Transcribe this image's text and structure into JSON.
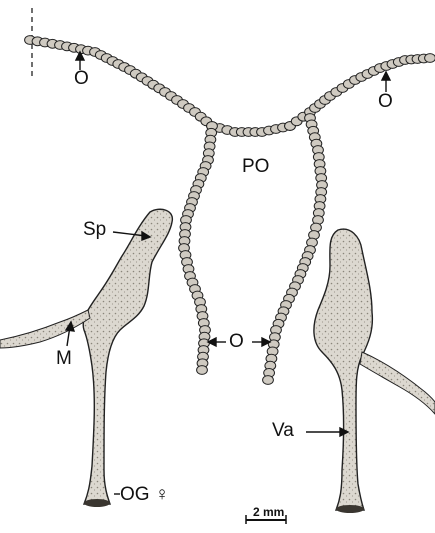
{
  "figure": {
    "labels": {
      "oviduct_top_left": "O",
      "oviduct_top_right": "O",
      "oviduct_bottom": "O",
      "posterior_oviduct": "PO",
      "spermatheca": "Sp",
      "muscle": "M",
      "vagina": "Va",
      "genital_opening": "OG ♀"
    },
    "scale_bar": {
      "label": "2 mm"
    }
  },
  "colors": {
    "ink": "#111111",
    "tissue": "#d8d4cc",
    "tissue_dark": "#8c877d"
  }
}
